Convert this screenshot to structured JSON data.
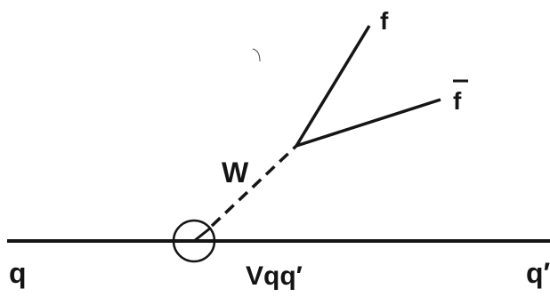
{
  "diagram": {
    "labels": {
      "fermion": "f",
      "antifermion": "f",
      "boson": "W",
      "incoming_quark": "q",
      "vertex": "Vqq′",
      "outgoing_quark": "q′"
    }
  }
}
